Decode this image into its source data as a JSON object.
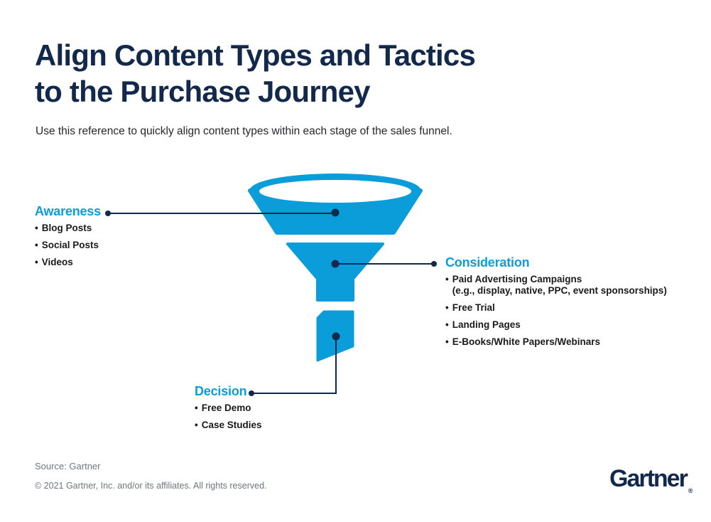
{
  "page": {
    "title_line1": "Align Content Types and Tactics",
    "title_line2": "to the Purchase Journey",
    "subtitle": "Use this reference to quickly align content types within each stage of the sales funnel."
  },
  "ui": {
    "bullet": "•"
  },
  "colors": {
    "navy": "#13294B",
    "blue": "#0B9DD9",
    "text": "#1A1A1A",
    "muted": "#6E7681",
    "bg": "#FFFFFF"
  },
  "funnel": {
    "type": "sales-funnel-diagram",
    "stages": [
      {
        "label": "Awareness",
        "items": [
          {
            "text": "Blog Posts"
          },
          {
            "text": "Social Posts"
          },
          {
            "text": "Videos"
          }
        ]
      },
      {
        "label": "Consideration",
        "items": [
          {
            "text": "Paid Advertising Campaigns",
            "note": "(e.g., display, native, PPC, event sponsorships)"
          },
          {
            "text": "Free Trial"
          },
          {
            "text": "Landing Pages"
          },
          {
            "text": "E-Books/White Papers/Webinars"
          }
        ]
      },
      {
        "label": "Decision",
        "items": [
          {
            "text": "Free Demo"
          },
          {
            "text": "Case Studies"
          }
        ]
      }
    ]
  },
  "footer": {
    "source": "Source: Gartner",
    "copyright": "© 2021 Gartner, Inc. and/or its affiliates. All rights reserved.",
    "logo": "Gartner",
    "logo_mark": "®"
  }
}
